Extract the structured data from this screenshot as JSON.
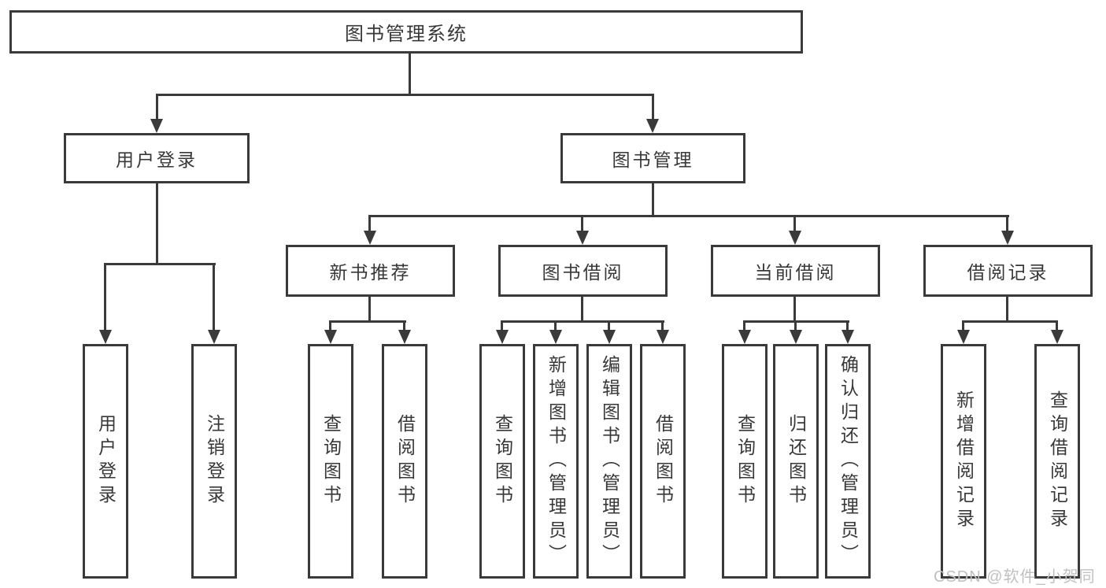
{
  "diagram": {
    "title": "图书管理系统",
    "level2": [
      {
        "label": "用户登录"
      },
      {
        "label": "图书管理"
      }
    ],
    "level3": [
      {
        "label": "新书推荐"
      },
      {
        "label": "图书借阅"
      },
      {
        "label": "当前借阅"
      },
      {
        "label": "借阅记录"
      }
    ],
    "leaves": {
      "user_login": [
        {
          "label": "用户登录"
        },
        {
          "label": "注销登录"
        }
      ],
      "new_book_recommend": [
        {
          "label": "查询图书"
        },
        {
          "label": "借阅图书"
        }
      ],
      "book_borrow": [
        {
          "label": "查询图书"
        },
        {
          "label": "新增图书（管理员）"
        },
        {
          "label": "编辑图书（管理员）"
        },
        {
          "label": "借阅图书"
        }
      ],
      "current_borrow": [
        {
          "label": "查询图书"
        },
        {
          "label": "归还图书"
        },
        {
          "label": "确认归还（管理员）"
        }
      ],
      "borrow_record": [
        {
          "label": "新增借阅记录"
        },
        {
          "label": "查询借阅记录"
        }
      ]
    },
    "watermark": "CSDN @软件_小贺同学",
    "colors": {
      "line": "#3a3a3a",
      "text": "#383838",
      "watermark": "#c0c0c0",
      "background": "#ffffff"
    }
  }
}
